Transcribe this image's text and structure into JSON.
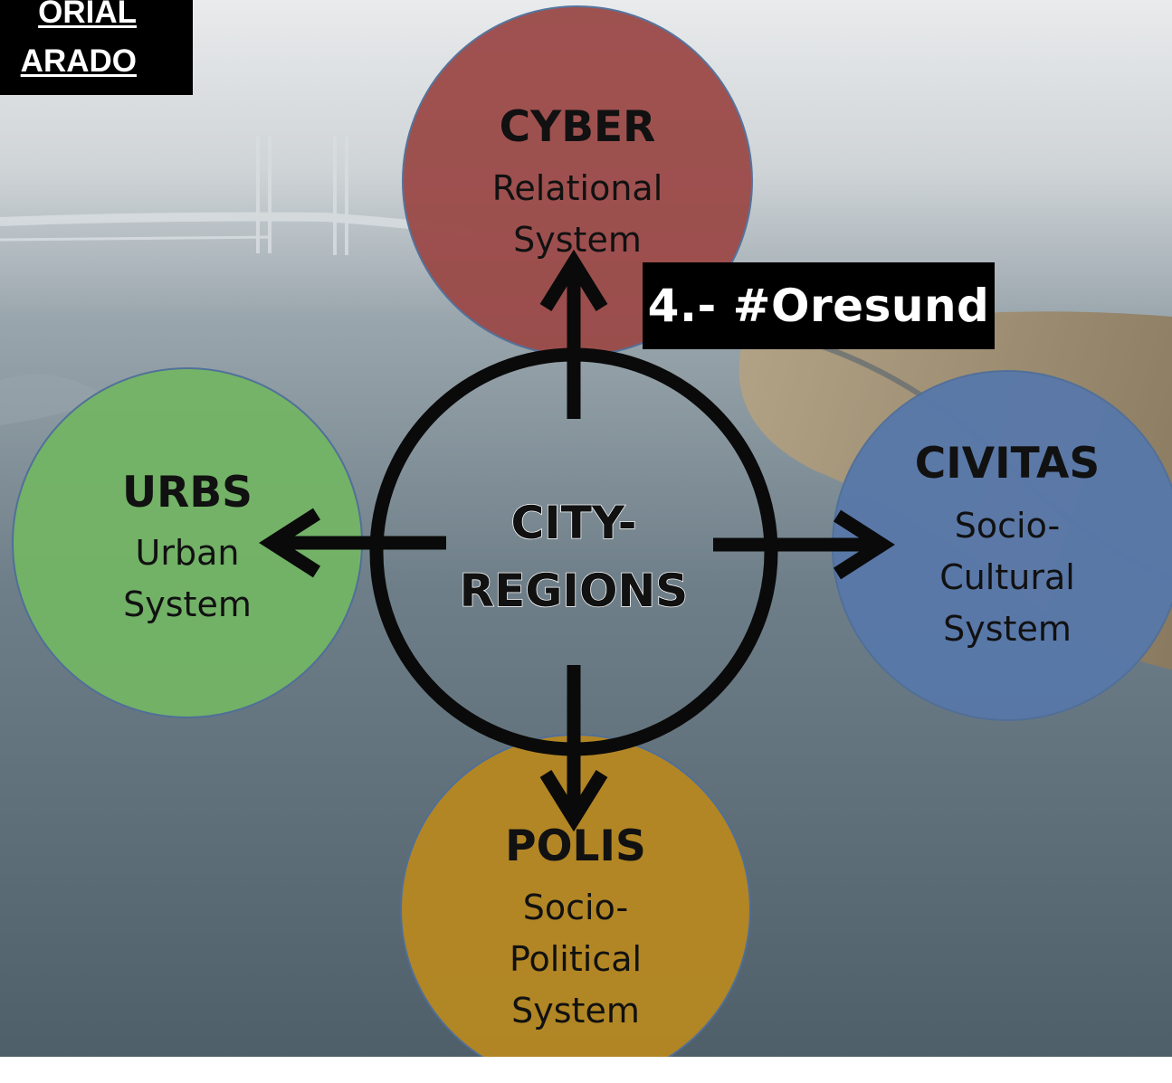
{
  "header_label": {
    "line1": "ORIAL",
    "line2": "ARADO"
  },
  "tag": "4.- #Oresund",
  "center": {
    "line1": "CITY-",
    "line2": "REGIONS"
  },
  "nodes": {
    "cyber": {
      "title": "CYBER",
      "line1": "Relational",
      "line2": "System",
      "line3": "",
      "color": "#9b4a48"
    },
    "urbs": {
      "title": "URBS",
      "line1": "Urban",
      "line2": "System",
      "line3": "",
      "color": "#73b565"
    },
    "civitas": {
      "title": "CIVITAS",
      "line1": "Socio-",
      "line2": "Cultural",
      "line3": "System",
      "color": "#5878aa"
    },
    "polis": {
      "title": "POLIS",
      "line1": "Socio-",
      "line2": "Political",
      "line3": "System",
      "color": "#b78821"
    }
  }
}
